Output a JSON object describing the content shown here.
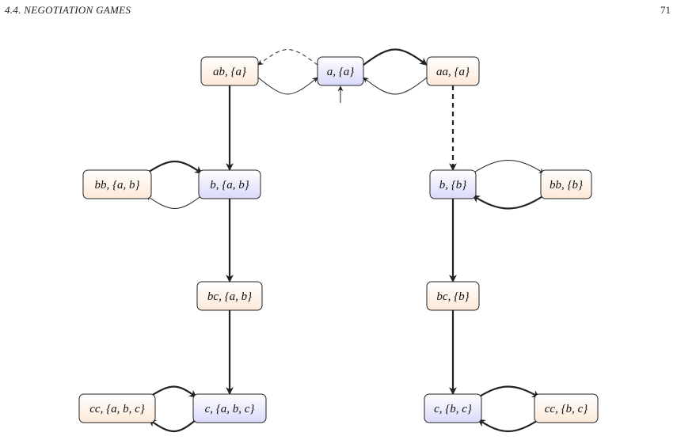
{
  "header": {
    "running_head": "4.4. NEGOTIATION GAMES",
    "page_number": "71"
  },
  "colors": {
    "player_one_fill": "#fde9d8",
    "player_two_fill": "#d9d9fb",
    "stroke": "#222222"
  },
  "diagram": {
    "initial_state": "n_a",
    "nodes": [
      {
        "id": "n_ab",
        "label": "ab, {a}",
        "kind": "player_one"
      },
      {
        "id": "n_a",
        "label": "a, {a}",
        "kind": "player_two"
      },
      {
        "id": "n_aa",
        "label": "aa, {a}",
        "kind": "player_one"
      },
      {
        "id": "n_bb_ab",
        "label": "bb, {a, b}",
        "kind": "player_one"
      },
      {
        "id": "n_b_ab",
        "label": "b, {a, b}",
        "kind": "player_two"
      },
      {
        "id": "n_b_b",
        "label": "b, {b}",
        "kind": "player_two"
      },
      {
        "id": "n_bb_b",
        "label": "bb, {b}",
        "kind": "player_one"
      },
      {
        "id": "n_bc_ab",
        "label": "bc, {a, b}",
        "kind": "player_one"
      },
      {
        "id": "n_bc_b",
        "label": "bc, {b}",
        "kind": "player_one"
      },
      {
        "id": "n_cc_abc",
        "label": "cc, {a, b, c}",
        "kind": "player_one"
      },
      {
        "id": "n_c_abc",
        "label": "c, {a, b, c}",
        "kind": "player_two"
      },
      {
        "id": "n_c_bc",
        "label": "c, {b, c}",
        "kind": "player_two"
      },
      {
        "id": "n_cc_bc",
        "label": "cc, {b, c}",
        "kind": "player_one"
      }
    ],
    "edges": [
      {
        "from": "n_a",
        "to": "n_ab",
        "style": "dashed"
      },
      {
        "from": "n_ab",
        "to": "n_a",
        "style": "thin"
      },
      {
        "from": "n_a",
        "to": "n_aa",
        "style": "bold"
      },
      {
        "from": "n_aa",
        "to": "n_a",
        "style": "thin"
      },
      {
        "from": "n_ab",
        "to": "n_b_ab",
        "style": "bold"
      },
      {
        "from": "n_aa",
        "to": "n_b_b",
        "style": "bold-dashed"
      },
      {
        "from": "n_bb_ab",
        "to": "n_b_ab",
        "style": "bold"
      },
      {
        "from": "n_b_ab",
        "to": "n_bb_ab",
        "style": "thin"
      },
      {
        "from": "n_b_b",
        "to": "n_bb_b",
        "style": "thin"
      },
      {
        "from": "n_bb_b",
        "to": "n_b_b",
        "style": "bold"
      },
      {
        "from": "n_b_ab",
        "to": "n_bc_ab",
        "style": "bold"
      },
      {
        "from": "n_b_b",
        "to": "n_bc_b",
        "style": "bold"
      },
      {
        "from": "n_bc_ab",
        "to": "n_c_abc",
        "style": "bold"
      },
      {
        "from": "n_bc_b",
        "to": "n_c_bc",
        "style": "bold"
      },
      {
        "from": "n_cc_abc",
        "to": "n_c_abc",
        "style": "bold"
      },
      {
        "from": "n_c_abc",
        "to": "n_cc_abc",
        "style": "bold"
      },
      {
        "from": "n_c_bc",
        "to": "n_cc_bc",
        "style": "bold"
      },
      {
        "from": "n_cc_bc",
        "to": "n_c_bc",
        "style": "bold"
      }
    ]
  }
}
